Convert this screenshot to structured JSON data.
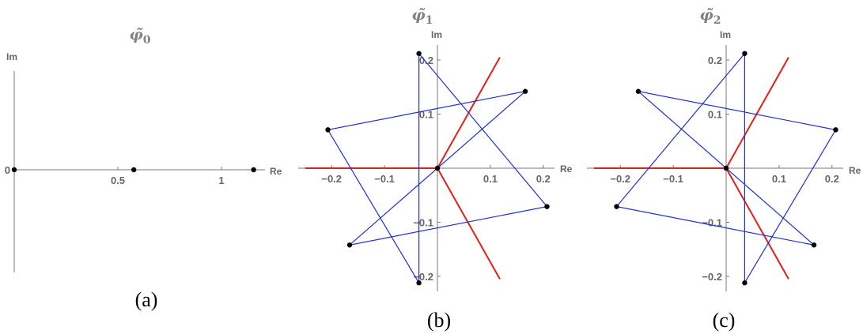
{
  "chart_data": [
    {
      "type": "scatter",
      "title": "φ̃",
      "title_subscript": "0",
      "caption": "(a)",
      "xlabel": "Re",
      "ylabel": "Im",
      "xlim": [
        0,
        1.22
      ],
      "x_ticks": [
        0,
        0.5,
        1
      ],
      "x_tick_labels": [
        "0",
        "0.5",
        "1"
      ],
      "y_ticks": [
        0
      ],
      "y_tick_labels": [
        "0"
      ],
      "points": [
        [
          0,
          0
        ],
        [
          0.577,
          0
        ],
        [
          1.155,
          0
        ]
      ],
      "polygon": [],
      "colors": {
        "points": "#000000",
        "axes": "#7a7a7a"
      }
    },
    {
      "type": "scatter",
      "title": "φ̃",
      "title_subscript": "1",
      "caption": "(b)",
      "xlabel": "Re",
      "ylabel": "Im",
      "xlim": [
        -0.25,
        0.22
      ],
      "ylim": [
        -0.23,
        0.23
      ],
      "x_ticks": [
        -0.2,
        -0.1,
        0.1,
        0.2
      ],
      "x_tick_labels": [
        "−0.2",
        "−0.1",
        "0.1",
        "0.2"
      ],
      "y_ticks": [
        0.2,
        0.1,
        -0.1,
        -0.2
      ],
      "y_tick_labels": [
        "0.2",
        "0.1",
        "−0.1",
        "−0.2"
      ],
      "points": [
        [
          0,
          0
        ],
        [
          -0.035,
          0.212
        ],
        [
          0.166,
          0.142
        ],
        [
          0.207,
          -0.071
        ],
        [
          -0.035,
          -0.212
        ],
        [
          -0.166,
          -0.142
        ],
        [
          -0.207,
          0.071
        ]
      ],
      "polygon": [
        [
          -0.035,
          0.212
        ],
        [
          0.207,
          -0.071
        ],
        [
          -0.166,
          -0.142
        ],
        [
          0.166,
          0.142
        ],
        [
          -0.207,
          0.071
        ],
        [
          -0.035,
          -0.212
        ]
      ],
      "branch_cut": {
        "ray_negative_real": [
          [
            -0.25,
            0
          ],
          [
            0,
            0
          ]
        ],
        "ray_upper": [
          [
            0,
            0
          ],
          [
            0.118,
            0.205
          ]
        ],
        "ray_lower": [
          [
            0,
            0
          ],
          [
            0.118,
            -0.205
          ]
        ]
      },
      "colors": {
        "polygon": "#1f2fd6",
        "branch_cut": "#e0201b",
        "points": "#000000",
        "axes": "#7a7a7a"
      }
    },
    {
      "type": "scatter",
      "title": "φ̃",
      "title_subscript": "2",
      "caption": "(c)",
      "xlabel": "Re",
      "ylabel": "Im",
      "xlim": [
        -0.25,
        0.22
      ],
      "ylim": [
        -0.23,
        0.23
      ],
      "x_ticks": [
        -0.2,
        -0.1,
        0.1,
        0.2
      ],
      "x_tick_labels": [
        "−0.2",
        "−0.1",
        "0.1",
        "0.2"
      ],
      "y_ticks": [
        0.2,
        0.1,
        -0.1,
        -0.2
      ],
      "y_tick_labels": [
        "0.2",
        "0.1",
        "−0.1",
        "−0.2"
      ],
      "points": [
        [
          0,
          0
        ],
        [
          0.035,
          0.212
        ],
        [
          -0.166,
          0.142
        ],
        [
          -0.207,
          -0.071
        ],
        [
          0.035,
          -0.212
        ],
        [
          0.166,
          -0.142
        ],
        [
          0.207,
          0.071
        ]
      ],
      "polygon": [
        [
          0.035,
          0.212
        ],
        [
          -0.207,
          -0.071
        ],
        [
          0.166,
          -0.142
        ],
        [
          -0.166,
          0.142
        ],
        [
          0.207,
          0.071
        ],
        [
          0.035,
          -0.212
        ]
      ],
      "branch_cut": {
        "ray_negative_real": [
          [
            -0.25,
            0
          ],
          [
            0,
            0
          ]
        ],
        "ray_upper": [
          [
            0,
            0
          ],
          [
            0.118,
            0.205
          ]
        ],
        "ray_lower": [
          [
            0,
            0
          ],
          [
            0.118,
            -0.205
          ]
        ]
      },
      "colors": {
        "polygon": "#1f2fd6",
        "branch_cut": "#e0201b",
        "points": "#000000",
        "axes": "#7a7a7a"
      }
    }
  ]
}
